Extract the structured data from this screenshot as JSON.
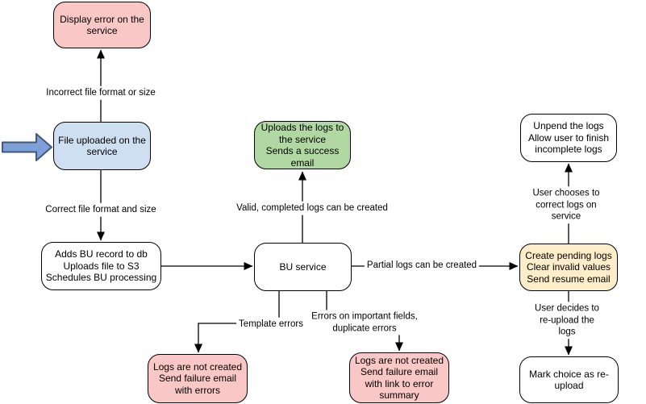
{
  "diagram": {
    "type": "flowchart",
    "nodes": [
      {
        "id": "display-error",
        "text": "Display error on the\nservice",
        "fill": "#f9c7c5",
        "role": "error"
      },
      {
        "id": "file-uploaded",
        "text": "File uploaded on the\nservice",
        "fill": "#cfdff2",
        "role": "start"
      },
      {
        "id": "adds-bu-record",
        "text": "Adds BU record to db\nUploads file to S3\nSchedules BU processing",
        "fill": "#ffffff",
        "role": "process"
      },
      {
        "id": "bu-service",
        "text": "BU service",
        "fill": "#ffffff",
        "role": "process"
      },
      {
        "id": "uploads-logs-success",
        "text": "Uploads the logs to\nthe service\nSends a success\nemail",
        "fill": "#b1d8a2",
        "role": "success"
      },
      {
        "id": "unpend-logs",
        "text": "Unpend the logs\nAllow user to finish\nincomplete logs",
        "fill": "#ffffff",
        "role": "process"
      },
      {
        "id": "create-pending-logs",
        "text": "Create pending logs\nClear invalid values\nSend resume email",
        "fill": "#fdeec9",
        "role": "pending"
      },
      {
        "id": "mark-reupload",
        "text": "Mark choice as re-\nupload",
        "fill": "#ffffff",
        "role": "process"
      },
      {
        "id": "logs-not-created-errors",
        "text": "Logs are not created\nSend failure email\nwith errors",
        "fill": "#f9c7c5",
        "role": "error"
      },
      {
        "id": "logs-not-created-summary",
        "text": "Logs are not created\nSend failure email\nwith link to error\nsummary",
        "fill": "#f9c7c5",
        "role": "error"
      }
    ],
    "edge_labels": [
      {
        "id": "incorrect-file",
        "text": "Incorrect file format or size"
      },
      {
        "id": "correct-file",
        "text": "Correct file format and size"
      },
      {
        "id": "valid-logs",
        "text": "Valid, completed logs can be created"
      },
      {
        "id": "partial-logs",
        "text": "Partial logs can be created"
      },
      {
        "id": "template-errors",
        "text": "Template errors"
      },
      {
        "id": "field-errors",
        "text": "Errors on important fields,\nduplicate errors"
      },
      {
        "id": "user-correct",
        "text": "User chooses to correct logs on service"
      },
      {
        "id": "user-reupload",
        "text": "User decides to re-upload the logs"
      }
    ],
    "edges": [
      {
        "from": "file-uploaded",
        "to": "display-error",
        "label": "Incorrect file format or size"
      },
      {
        "from": "file-uploaded",
        "to": "adds-bu-record",
        "label": "Correct file format and size"
      },
      {
        "from": "adds-bu-record",
        "to": "bu-service",
        "label": ""
      },
      {
        "from": "bu-service",
        "to": "uploads-logs-success",
        "label": "Valid, completed logs can be created"
      },
      {
        "from": "bu-service",
        "to": "create-pending-logs",
        "label": "Partial logs can be created"
      },
      {
        "from": "bu-service",
        "to": "logs-not-created-errors",
        "label": "Template errors"
      },
      {
        "from": "bu-service",
        "to": "logs-not-created-summary",
        "label": "Errors on important fields, duplicate errors"
      },
      {
        "from": "create-pending-logs",
        "to": "unpend-logs",
        "label": "User chooses to correct logs on service"
      },
      {
        "from": "create-pending-logs",
        "to": "mark-reupload",
        "label": "User decides to re-upload the logs"
      }
    ],
    "colors": {
      "error_fill": "#f9c7c5",
      "start_fill": "#cfdff2",
      "success_fill": "#b1d8a2",
      "pending_fill": "#fdeec9",
      "process_fill": "#ffffff",
      "node_stroke": "#000000",
      "edge_stroke": "#000000",
      "input_arrow_fill": "#7da0da",
      "input_arrow_stroke": "#435a77",
      "background": "#ffffff"
    }
  }
}
